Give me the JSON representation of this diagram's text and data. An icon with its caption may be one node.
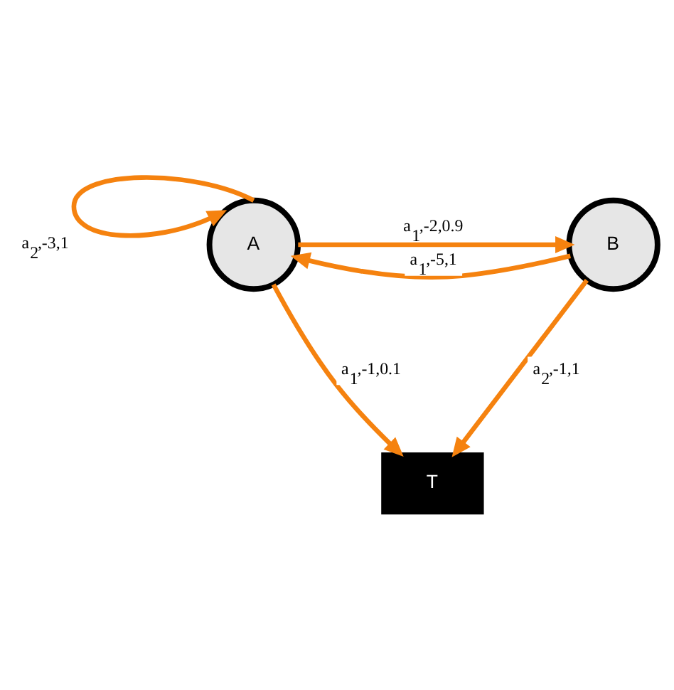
{
  "diagram": {
    "nodes": [
      {
        "text": [
          "A"
        ]
      },
      {
        "text": [
          "B"
        ]
      },
      {
        "text": [
          "T"
        ]
      }
    ],
    "edges": [
      {
        "from": 0,
        "to": 0,
        "arrow": "to",
        "label": "a$_{2}$,-3,1"
      },
      {
        "from": 1,
        "to": 0,
        "arrow": "to",
        "label": "a$_{1}$,-5,1"
      },
      {
        "from": 0,
        "to": 1,
        "arrow": "to",
        "label": "a$_{1}$,-2,0.9"
      },
      {
        "from": 0,
        "to": 2,
        "arrow": "to",
        "label": "a$_{1}$,-1,0.1"
      },
      {
        "from": 1,
        "to": 2,
        "arrow": "to",
        "label": "a$_{2}$,-1,1"
      }
    ]
  }
}
